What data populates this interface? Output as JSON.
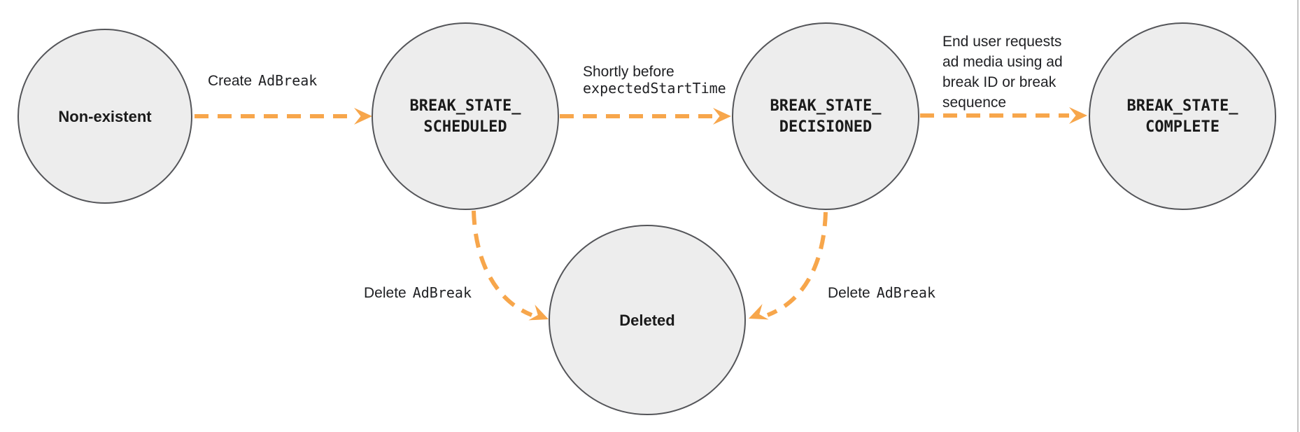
{
  "diagram": {
    "colors": {
      "node_fill": "#EDEDED",
      "node_stroke": "#545559",
      "arrow": "#F7A64B",
      "edge_label_text": "#202124",
      "node_label_text": "#1A1A1A",
      "page_edge_line": "#C4C4C4",
      "background": "#FFFFFF"
    },
    "nodes": {
      "non_existent": {
        "label": "Non-existent"
      },
      "scheduled": {
        "line1": "BREAK_STATE_",
        "line2": "SCHEDULED"
      },
      "decisioned": {
        "line1": "BREAK_STATE_",
        "line2": "DECISIONED"
      },
      "complete": {
        "line1": "BREAK_STATE_",
        "line2": "COMPLETE"
      },
      "deleted": {
        "label": "Deleted"
      }
    },
    "edges": {
      "create": {
        "from": "non_existent",
        "to": "scheduled",
        "action": "Create",
        "code": "AdBreak"
      },
      "shortly_before": {
        "from": "scheduled",
        "to": "decisioned",
        "line1": "Shortly before",
        "line2_code": "expectedStartTime"
      },
      "end_user": {
        "from": "decisioned",
        "to": "complete",
        "line1": "End user requests",
        "line2": "ad media using ad",
        "line3": "break ID or break",
        "line4": "sequence"
      },
      "delete_from_scheduled": {
        "from": "scheduled",
        "to": "deleted",
        "action": "Delete",
        "code": "AdBreak"
      },
      "delete_from_decisioned": {
        "from": "decisioned",
        "to": "deleted",
        "action": "Delete",
        "code": "AdBreak"
      }
    }
  }
}
